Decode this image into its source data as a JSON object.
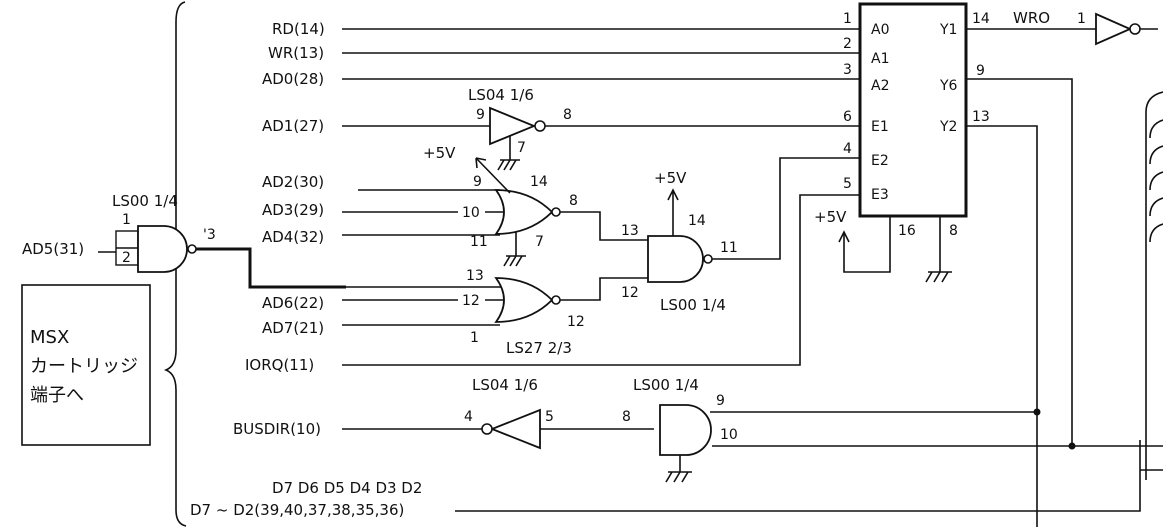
{
  "cartridge": {
    "line1": "MSX",
    "line2": "カートリッジ",
    "line3": "端子へ"
  },
  "signals": {
    "rd": "RD(14)",
    "wr": "WR(13)",
    "ad0": "AD0(28)",
    "ad1": "AD1(27)",
    "ad2": "AD2(30)",
    "ad3": "AD3(29)",
    "ad4": "AD4(32)",
    "ad5": "AD5(31)",
    "ad6": "AD6(22)",
    "ad7": "AD7(21)",
    "iorq": "IORQ(11)",
    "busdir": "BUSDIR(10)",
    "data_top": "D7 D6 D5 D4 D3 D2",
    "data_bottom": "D7 ~ D2(39,40,37,38,35,36)"
  },
  "chips": {
    "ls00_a": "LS00 1/4",
    "ls04_a": "LS04 1/6",
    "ls00_b": "LS00 1/4",
    "ls27": "LS27 2/3",
    "ls04_b": "LS04 1/6",
    "ls00_c": "LS00 1/4"
  },
  "power": {
    "p1": "+5V",
    "p2": "+5V",
    "p3": "+5V"
  },
  "decoder": {
    "a0": "A0",
    "a1": "A1",
    "a2": "A2",
    "e1": "E1",
    "e2": "E2",
    "e3": "E3",
    "y1": "Y1",
    "y6": "Y6",
    "y2": "Y2",
    "wro": "WRO"
  },
  "pins": {
    "n1": "1",
    "n2": "2",
    "n3": "3",
    "n6": "6",
    "n4": "4",
    "n5": "5",
    "n14": "14",
    "n9": "9",
    "n13": "13",
    "n16": "16",
    "n8": "8",
    "inv_out1": "1",
    "ls04a_in": "9",
    "ls04a_out": "8",
    "ls04a_gnd": "7",
    "nor1_vcc": "14",
    "nor1_a": "9",
    "nor1_b": "10",
    "nor1_c": "11",
    "nor1_gnd": "7",
    "nor1_out": "8",
    "nor2_a": "13",
    "nor2_b": "12",
    "nor2_c": "1",
    "nor2_out": "12",
    "nand_b_vcc": "14",
    "nand_b_a": "13",
    "nand_b_b": "12",
    "nand_b_out": "11",
    "ls00a_in1": "1",
    "ls00a_in2": "2",
    "ls00a_out": "'3",
    "ls04b_out": "4",
    "ls04b_in": "5",
    "ls00c_in": "8",
    "ls00c_a": "9",
    "ls00c_b": "10"
  }
}
